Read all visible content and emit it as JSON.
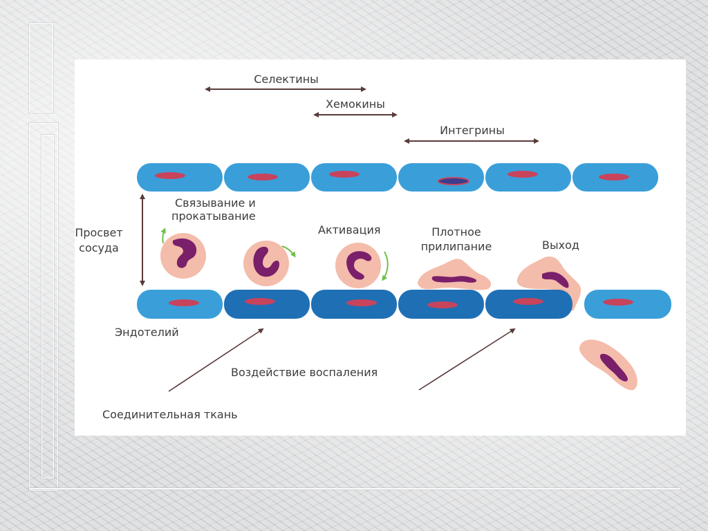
{
  "labels": {
    "selectins": "Селектины",
    "chemokines": "Хемокины",
    "integrins": "Интегрины",
    "lumen_line1": "Просвет",
    "lumen_line2": "сосуда",
    "binding_line1": "Связывание и",
    "binding_line2": "прокатывание",
    "activation": "Активация",
    "adhesion_line1": "Плотное",
    "adhesion_line2": "прилипание",
    "exit": "Выход",
    "endothelium": "Эндотелий",
    "inflammation": "Воздействие воспаления",
    "connective_tissue": "Соединительная ткань"
  },
  "colors": {
    "endothelial_light": "#3a9fd9",
    "endothelial_dark": "#1f6fb5",
    "cell_nucleus": "#c8435c",
    "leukocyte_body": "#f4bcaa",
    "leukocyte_nucleus": "#7a1f6a",
    "arrow": "#5a3a3a",
    "rotation_arrow": "#6cc04a"
  }
}
